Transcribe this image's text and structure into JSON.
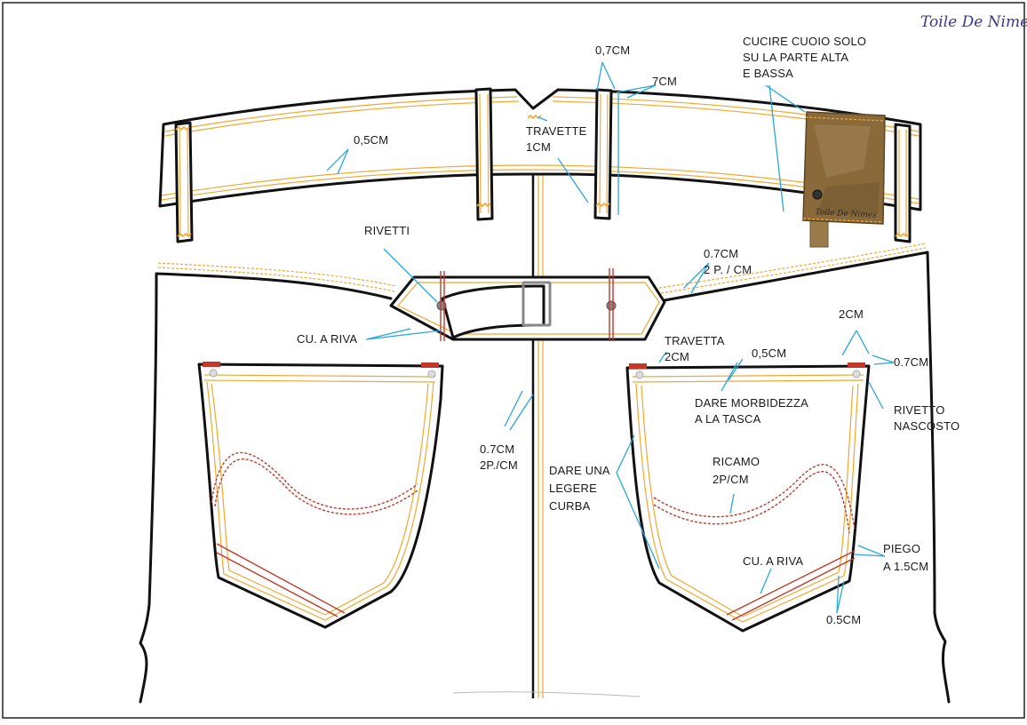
{
  "brand": {
    "name": "Toile De Nimes",
    "patch_text": "Toile De Nimes"
  },
  "colors": {
    "outline": "#111111",
    "stitching": "#f0a830",
    "leader_lines": "#2aa7d8",
    "embroidery": "#c0392b",
    "brand_text": "#3b3a8f",
    "leather_patch": "#8a6a3a"
  },
  "labels": {
    "beltloop_stitch": "0,7CM",
    "beltloop_width": "7CM",
    "leather_note_1": "CUCIRE  CUOIO SOLO",
    "leather_note_2": "SU LA PARTE ALTA",
    "leather_note_3": "E BASSA",
    "waistband_stitch": "0,5CM",
    "bartack_1": "TRAVETTE",
    "bartack_2": "1CM",
    "rivets": "RIVETTI",
    "yoke_stitch_1": "0.7CM",
    "yoke_stitch_2": "2 P. / CM",
    "edge_stitch_left": "CU. A RIVA",
    "center_seam_1": "0.7CM",
    "center_seam_2": "2P./CM",
    "pocket_bartack_1": "TRAVETTA",
    "pocket_bartack_2": "2CM",
    "pocket_stitch": "0,5CM",
    "pocket_hem_width": "2CM",
    "pocket_hem_stitch": "0.7CM",
    "soft_pocket_1": "DARE MORBIDEZZA",
    "soft_pocket_2": "A LA TASCA",
    "hidden_rivet_1": "RIVETTO",
    "hidden_rivet_2": "NASCOSTO",
    "curve_1": "DARE UNA",
    "curve_2": "LEGERE",
    "curve_3": "CURBA",
    "embroidery_1": "RICAMO",
    "embroidery_2": "2P/CM",
    "fold_1": "PIEGO",
    "fold_2": "A 1.5CM",
    "edge_stitch_right": "CU. A RIVA",
    "bottom_stitch": "0.5CM"
  }
}
